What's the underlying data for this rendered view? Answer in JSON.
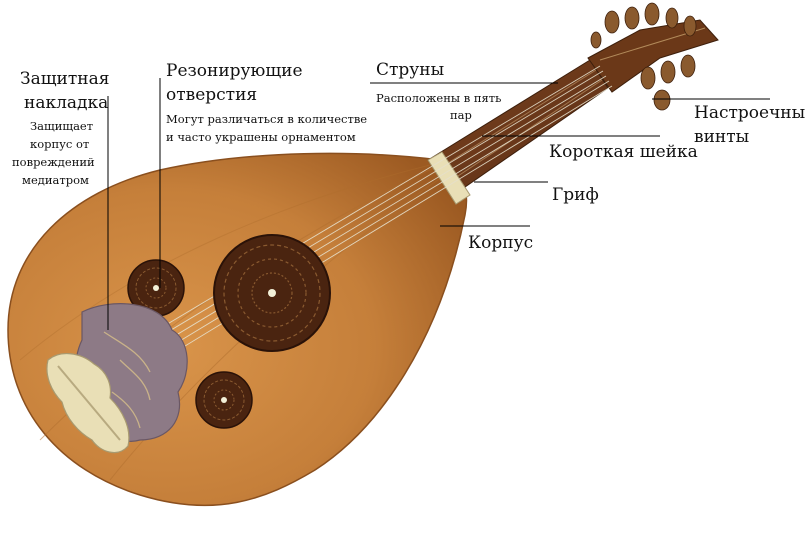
{
  "labels": {
    "guard": {
      "title_line1": "Защитная",
      "title_line2": "накладка",
      "desc_line1": "Защищает",
      "desc_line2": "корпус от",
      "desc_line3": "повреждений",
      "desc_line4": "медиатром"
    },
    "soundholes": {
      "title_line1": "Резонирующие",
      "title_line2": "отверстия",
      "desc_line1": "Могут различаться в количестве",
      "desc_line2": "и часто украшены орнаментом"
    },
    "strings": {
      "title": "Струны",
      "desc_line1": "Расположены в пять",
      "desc_line2": "пар"
    },
    "pegs": {
      "title_line1": "Настроечные",
      "title_line2": "винты"
    },
    "short_neck": "Короткая шейка",
    "fingerboard": "Гриф",
    "body": "Корпус"
  },
  "colors": {
    "body_wood": "#c57f3a",
    "body_shadow": "#9c5a22",
    "neck_wood": "#6e3a1a",
    "rosette": "#4a2410",
    "guard": "#8d7a86",
    "bridge": "#e9dfb6",
    "pointer_line": "#000000"
  }
}
